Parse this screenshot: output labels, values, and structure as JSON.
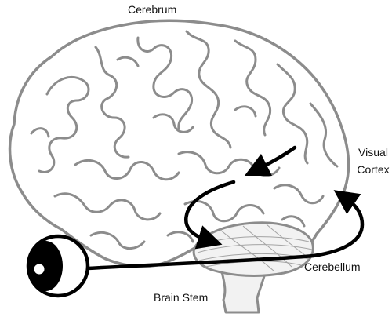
{
  "labels": {
    "cerebrum": "Cerebrum",
    "visual_cortex_line1": "Visual",
    "visual_cortex_line2": "Cortex",
    "cerebellum": "Cerebellum",
    "brain_stem": "Brain Stem"
  },
  "colors": {
    "brain_stroke": "#8c8c8c",
    "pathway": "#000000",
    "cerebellum_fill": "#f2f2f2",
    "background": "#ffffff"
  }
}
